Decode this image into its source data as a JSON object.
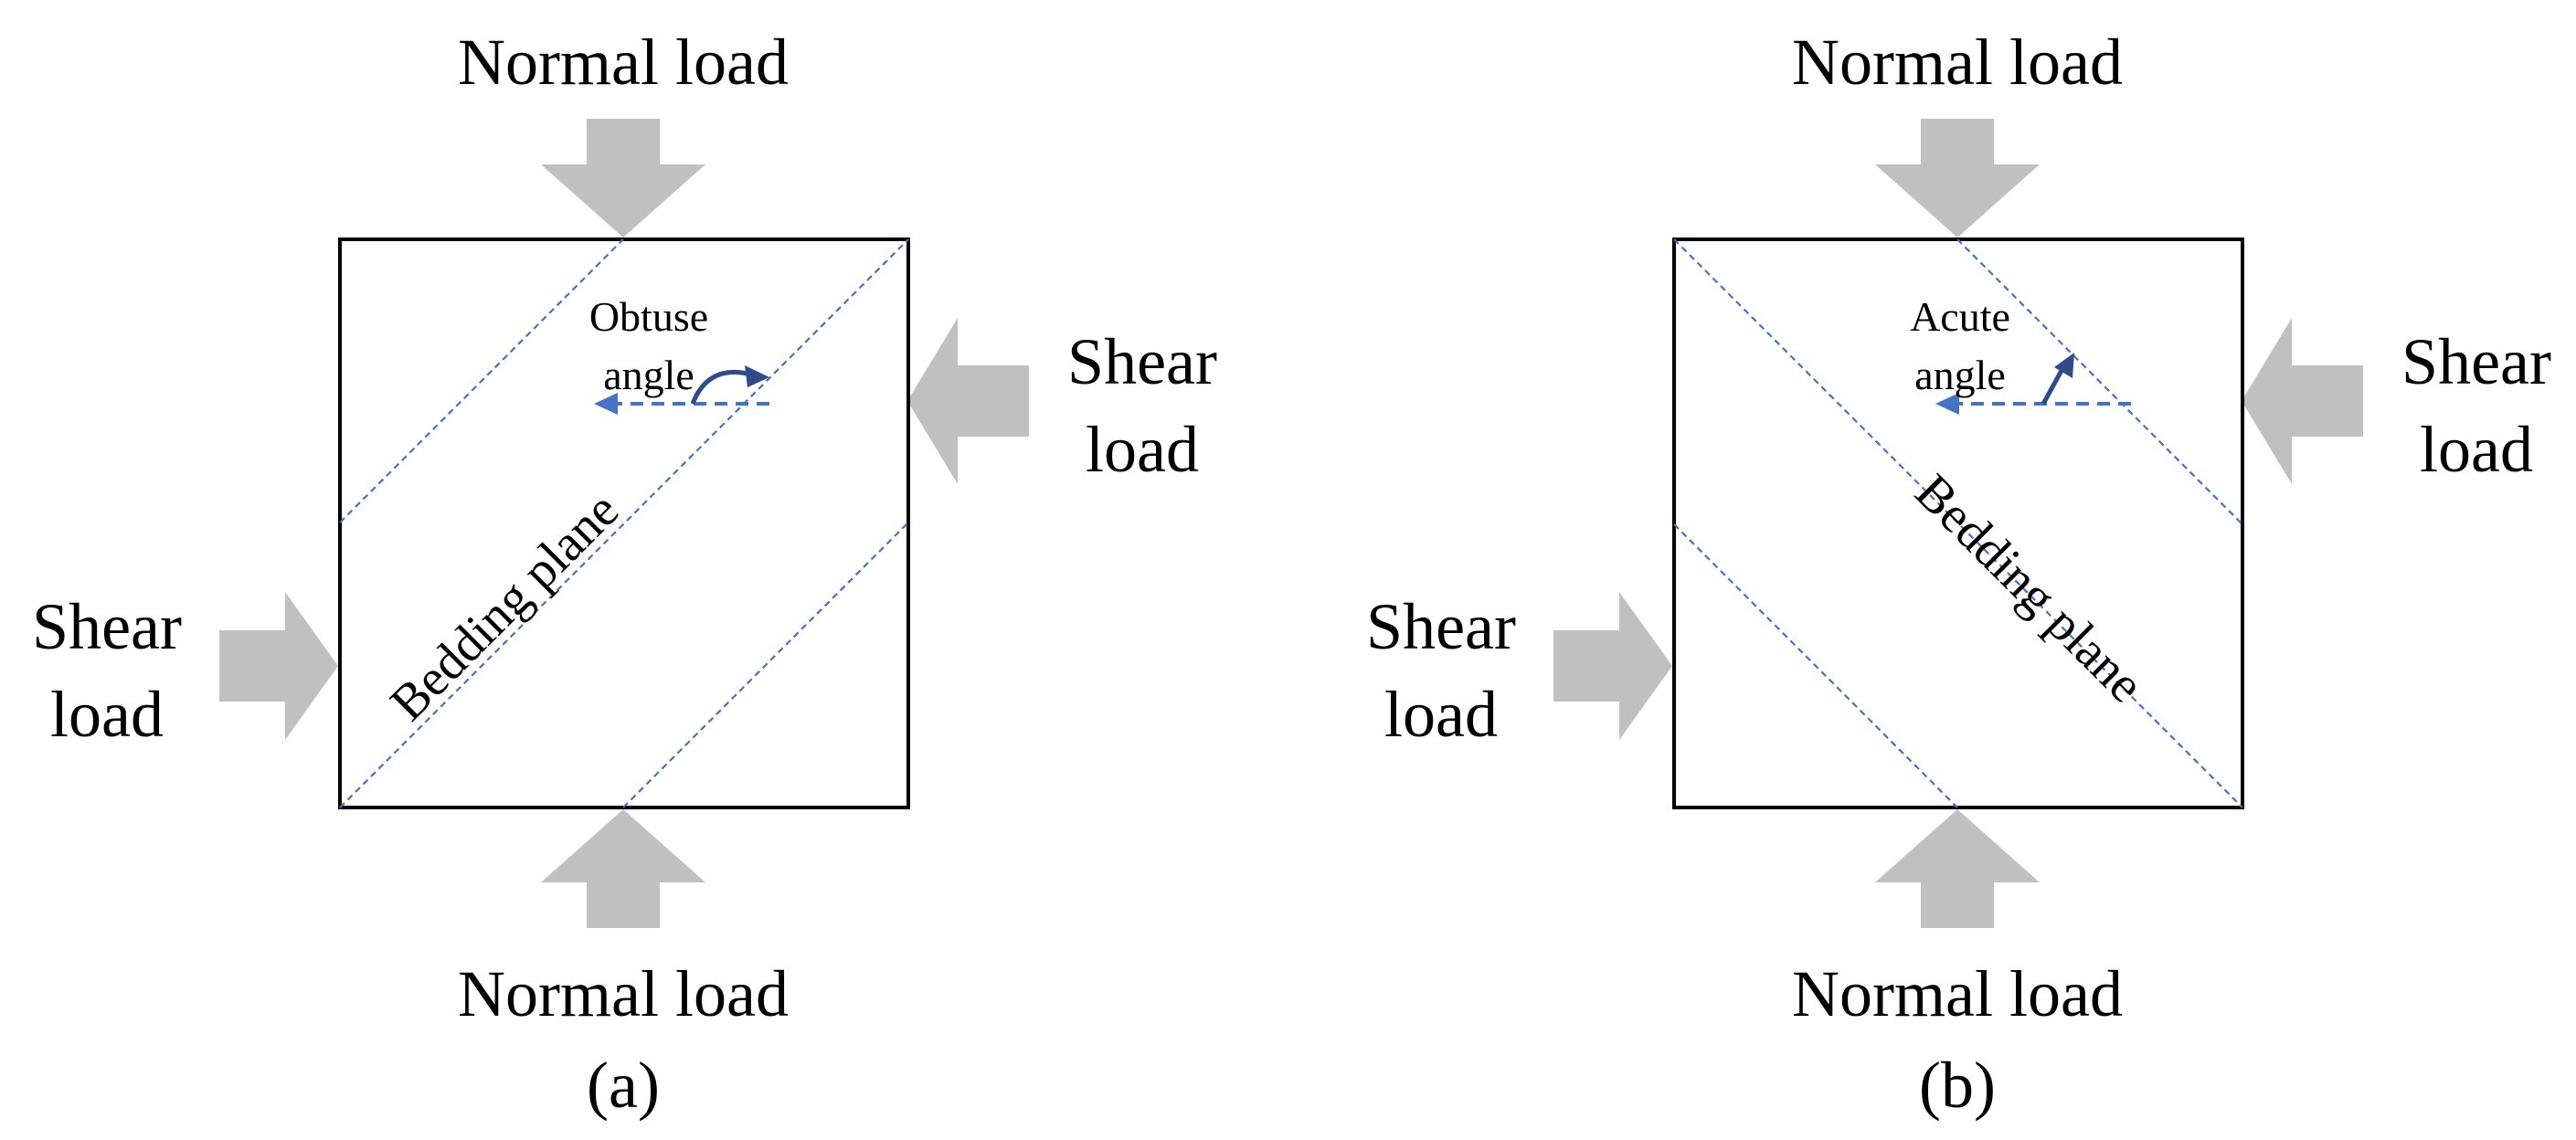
{
  "colors": {
    "load_arrow": "#c0c0c0",
    "bedding_line": "#4472c4",
    "angle_arc": "#2f4b8a",
    "outline": "#000000"
  },
  "panels": [
    {
      "caption": "(a)",
      "normal_load_top": "Normal load",
      "normal_load_bottom": "Normal load",
      "shear_right": [
        "Shear",
        "load"
      ],
      "shear_left": [
        "Shear",
        "load"
      ],
      "angle": [
        "Obtuse",
        "angle"
      ],
      "plane": "Bedding plane"
    },
    {
      "caption": "(b)",
      "normal_load_top": "Normal load",
      "normal_load_bottom": "Normal load",
      "shear_right": [
        "Shear",
        "load"
      ],
      "shear_left": [
        "Shear",
        "load"
      ],
      "angle": [
        "Acute",
        "angle"
      ],
      "plane": "Bedding plane"
    }
  ]
}
